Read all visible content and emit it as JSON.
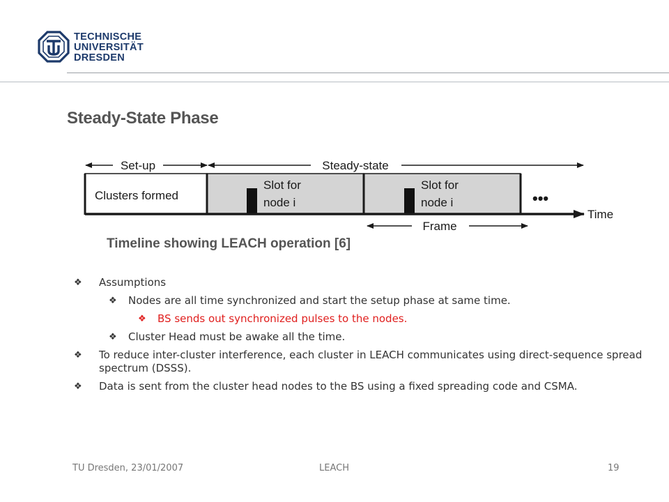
{
  "header": {
    "logo_lines": [
      "TECHNISCHE",
      "UNIVERSITÄT",
      "DRESDEN"
    ]
  },
  "slide": {
    "title": "Steady-State Phase",
    "caption": "Timeline showing LEACH operation [6]"
  },
  "diagram": {
    "setup_label": "Set-up",
    "steady_label": "Steady-state",
    "clusters_label": "Clusters formed",
    "slot_line1": "Slot for",
    "slot_line2": "node i",
    "ellipsis": "•••",
    "time_label": "Time",
    "frame_label": "Frame",
    "colors": {
      "frame_fill": "#d4d4d4",
      "slot_mark": "#111111",
      "line": "#1a1a1a"
    }
  },
  "bullets": [
    {
      "level": 1,
      "text": "Assumptions",
      "color": "normal"
    },
    {
      "level": 2,
      "text": "Nodes are all time synchronized  and start the setup phase at same time.",
      "color": "normal"
    },
    {
      "level": 3,
      "text": "BS sends out synchronized pulses to the nodes.",
      "color": "red"
    },
    {
      "level": 2,
      "text": "Cluster Head must be awake all the time.",
      "color": "normal"
    },
    {
      "level": 1,
      "text": "To reduce inter-cluster interference, each cluster in LEACH communicates using direct-sequence spread spectrum (DSSS).",
      "color": "normal"
    },
    {
      "level": 1,
      "text": "Data is sent from the cluster head nodes to the BS using a fixed spreading code and CSMA.",
      "color": "normal"
    }
  ],
  "bullet_marker": "❖",
  "footer": {
    "left": "TU Dresden, 23/01/2007",
    "center": "LEACH",
    "page": "19"
  }
}
